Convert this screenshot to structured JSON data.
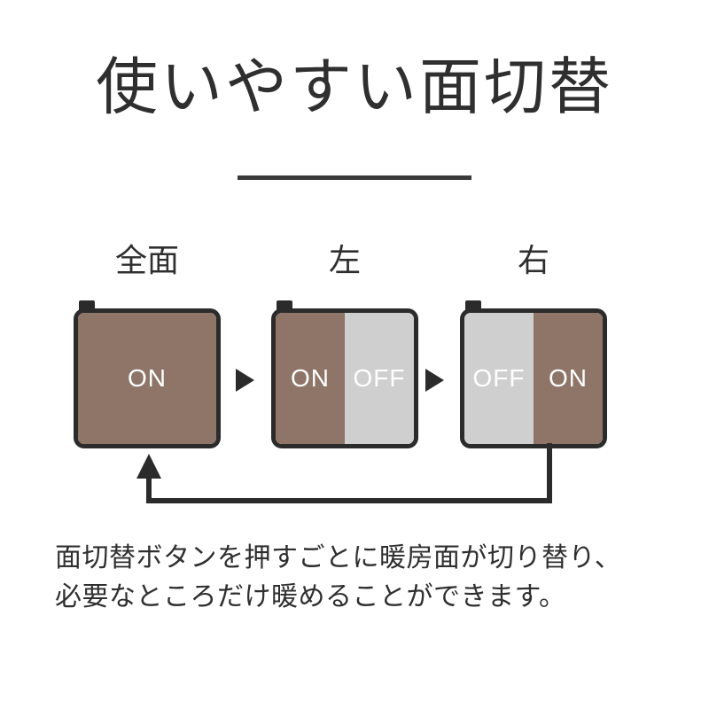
{
  "page": {
    "background_color": "#ffffff",
    "title": "使いやすい面切替"
  },
  "divider": {
    "name": "title-underline-rule",
    "color": "#3a3a3a"
  },
  "diagram": {
    "labels": [
      {
        "id": "full",
        "text": "全面"
      },
      {
        "id": "left",
        "text": "左"
      },
      {
        "id": "right",
        "text": "右"
      }
    ],
    "states": [
      {
        "id": "state-full",
        "label": "全面",
        "zones": [
          {
            "side": "full",
            "text": "ON",
            "color": "#8f7568"
          }
        ]
      },
      {
        "id": "state-left",
        "label": "左",
        "zones": [
          {
            "side": "left",
            "text": "ON",
            "color": "#8f7568"
          },
          {
            "side": "right",
            "text": "OFF",
            "color": "#cfcfcf"
          }
        ]
      },
      {
        "id": "state-right",
        "label": "右",
        "zones": [
          {
            "side": "left",
            "text": "OFF",
            "color": "#cfcfcf"
          },
          {
            "side": "right",
            "text": "ON",
            "color": "#8f7568"
          }
        ]
      }
    ],
    "arrows": {
      "step_glyph": "triangle-right",
      "loop_glyph": "loop-back-arrow-up"
    },
    "colors": {
      "on_brown": "#8f7568",
      "off_gray": "#cfcfcf",
      "outline": "#2b2b2b",
      "zone_text": "#ffffff"
    }
  },
  "caption": {
    "line1": "面切替ボタンを押すごとに暖房面が切り替り、",
    "line2": "必要なところだけ暖めることができます。"
  }
}
